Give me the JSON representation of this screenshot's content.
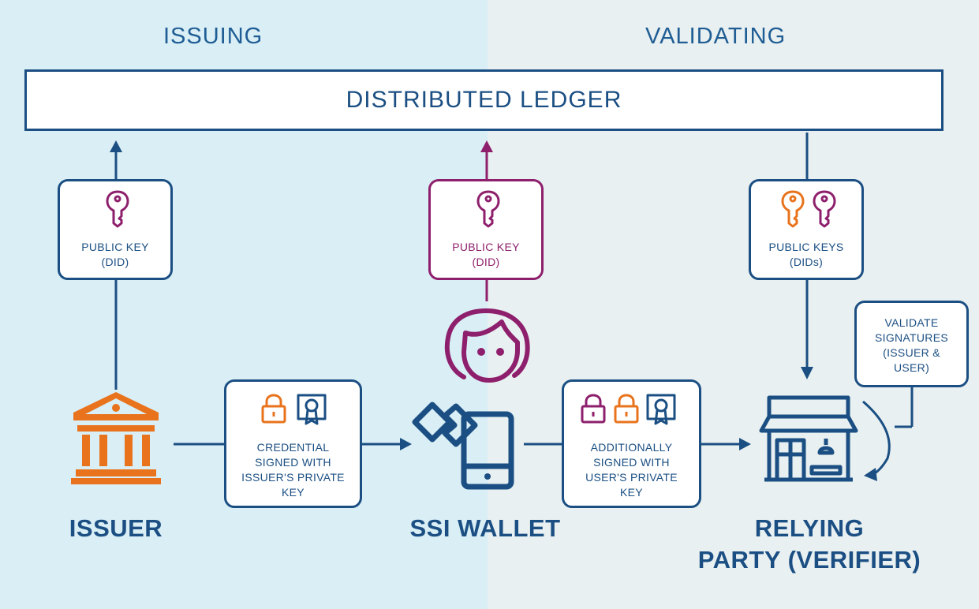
{
  "phases": {
    "issuing": "ISSUING",
    "validating": "VALIDATING"
  },
  "ledger": {
    "label": "DISTRIBUTED LEDGER"
  },
  "cards": {
    "issuer_key": {
      "line1": "PUBLIC KEY",
      "line2": "(DID)"
    },
    "wallet_key": {
      "line1": "PUBLIC KEY",
      "line2": "(DID)"
    },
    "verifier_keys": {
      "line1": "PUBLIC KEYS",
      "line2": "(DIDs)"
    },
    "validate": {
      "lines": [
        "VALIDATE",
        "SIGNATURES",
        "(ISSUER &",
        "USER)"
      ]
    },
    "credential": {
      "lines": [
        "CREDENTIAL",
        "SIGNED WITH",
        "ISSUER'S PRIVATE",
        "KEY"
      ]
    },
    "additionally": {
      "lines": [
        "ADDITIONALLY",
        "SIGNED WITH",
        "USER'S PRIVATE",
        "KEY"
      ]
    }
  },
  "actors": {
    "issuer": "ISSUER",
    "wallet": "SSI WALLET",
    "verifier_line1": "RELYING",
    "verifier_line2": "PARTY (VERIFIER)"
  },
  "icons": {
    "issuer": "bank-building-icon",
    "wallet": "wallet-phone-icon",
    "user": "user-face-icon",
    "verifier": "storefront-icon",
    "key": "key-icon",
    "padlock": "padlock-icon",
    "certificate": "certificate-icon"
  },
  "colors": {
    "navy": "#1b4f83",
    "magenta": "#8e1f6c",
    "orange": "#e8731c",
    "issuing_bg": "#d9eef5",
    "validating_bg": "#e9f0f1"
  }
}
